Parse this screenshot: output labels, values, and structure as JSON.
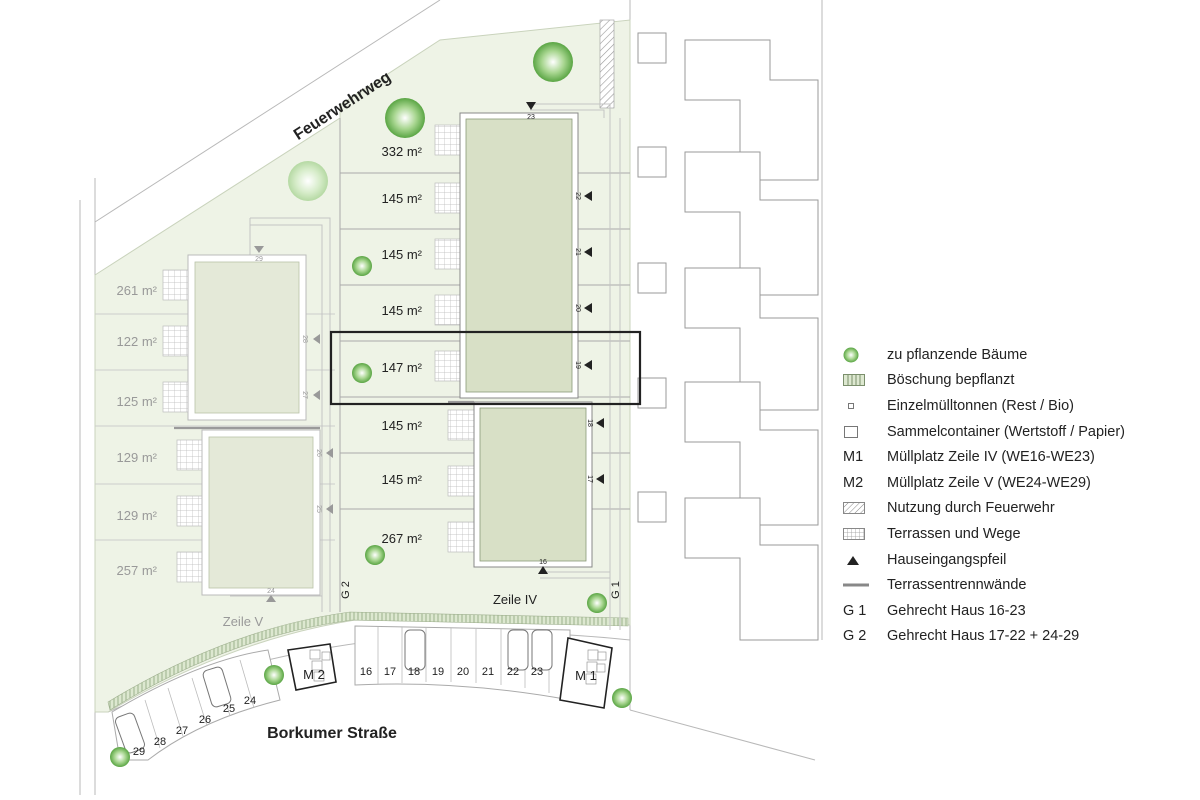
{
  "streets": {
    "top": "Feuerwehrweg",
    "bottom": "Borkumer Straße"
  },
  "rows": {
    "zeile_iv": "Zeile IV",
    "zeile_v": "Zeile V"
  },
  "plots_zeile_iv": [
    "332 m²",
    "145 m²",
    "145 m²",
    "145 m²",
    "147 m²",
    "145 m²",
    "145 m²",
    "267 m²"
  ],
  "plots_zeile_v": [
    "261 m²",
    "122 m²",
    "125 m²",
    "129 m²",
    "129 m²",
    "257 m²"
  ],
  "house_numbers": {
    "zeile_iv_upper": [
      "23",
      "22",
      "21",
      "20",
      "19"
    ],
    "zeile_iv_lower": [
      "18",
      "17",
      "16"
    ],
    "zeile_v": [
      "29",
      "28",
      "27",
      "26",
      "25",
      "24"
    ]
  },
  "parking_right": [
    "16",
    "17",
    "18",
    "19",
    "20",
    "21",
    "22",
    "23"
  ],
  "parking_left": [
    "24",
    "25",
    "26",
    "27",
    "28",
    "29"
  ],
  "waste_points": {
    "m1": "M 1",
    "m2": "M 2"
  },
  "easements": {
    "g1": "G 1",
    "g2": "G 2"
  },
  "legend": [
    {
      "symbol": "tree-icon",
      "label": "zu pflanzende Bäume"
    },
    {
      "symbol": "embankment-icon",
      "label": "Böschung bepflanzt"
    },
    {
      "symbol": "small-bin-icon",
      "label": "Einzelmülltonnen (Rest / Bio)"
    },
    {
      "symbol": "container-icon",
      "label": "Sammelcontainer (Wertstoff / Papier)"
    },
    {
      "symbol": "M1",
      "label": "Müllplatz Zeile IV (WE16-WE23)"
    },
    {
      "symbol": "M2",
      "label": "Müllplatz Zeile V (WE24-WE29)"
    },
    {
      "symbol": "hatch-icon",
      "label": "Nutzung durch Feuerwehr"
    },
    {
      "symbol": "grid-icon",
      "label": "Terrassen und Wege"
    },
    {
      "symbol": "arrow-icon",
      "label": "Hauseingangspfeil"
    },
    {
      "symbol": "wall-icon",
      "label": "Terrassentrennwände"
    },
    {
      "symbol": "G 1",
      "label": "Gehrecht Haus 16-23"
    },
    {
      "symbol": "G 2",
      "label": "Gehrecht Haus 17-22 + 24-29"
    }
  ],
  "colors": {
    "lawn": "#eef3e6",
    "roof": "#d8e0c6",
    "tree": "#8cc870",
    "highlight_frame": "#222222"
  }
}
